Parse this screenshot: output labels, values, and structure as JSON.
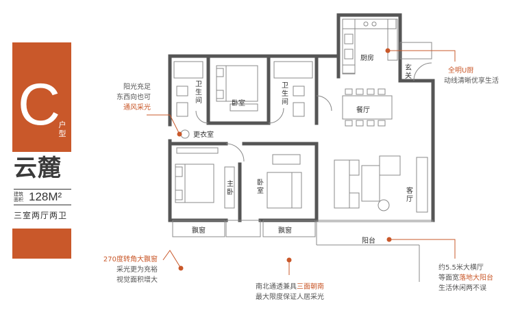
{
  "sidebar": {
    "letter": "C",
    "unit_type": "户型",
    "name": "云麓",
    "area_label": "建筑面积",
    "area_value": "128M²",
    "layout_desc": "三室两厅两卫"
  },
  "rooms": {
    "kitchen": "厨房",
    "entry": "玄关",
    "bathroom_left": "卫生间",
    "bedroom_top": "卧室",
    "bathroom_mid": "卫生间",
    "dining": "餐厅",
    "dressing": "更衣室",
    "master_bedroom": "主卧",
    "bedroom_mid": "卧室",
    "living": "客厅",
    "bay_window_left": "飘窗",
    "bay_window_mid": "飘窗",
    "balcony": "阳台"
  },
  "callouts": {
    "sunlight": {
      "line1": "阳光充足",
      "line2": "东西向也可",
      "line3": "通风采光"
    },
    "kitchen": {
      "line1": "全明U厨",
      "line2": "动线清晰优享生活"
    },
    "bay": {
      "line1": "270度转角大飘窗",
      "line2": "采光更为充裕",
      "line3": "视觉面积增大"
    },
    "south": {
      "line1_a": "南北通透兼具",
      "line1_b": "三面朝南",
      "line2": "最大限度保证人居采光"
    },
    "living": {
      "line1": "约5.5米大横厅",
      "line2_a": "等面宽",
      "line2_b": "落地大阳台",
      "line3": "生活休闲两不误"
    }
  },
  "colors": {
    "accent": "#c9582a",
    "wall": "#555555",
    "furniture": "#888888"
  }
}
